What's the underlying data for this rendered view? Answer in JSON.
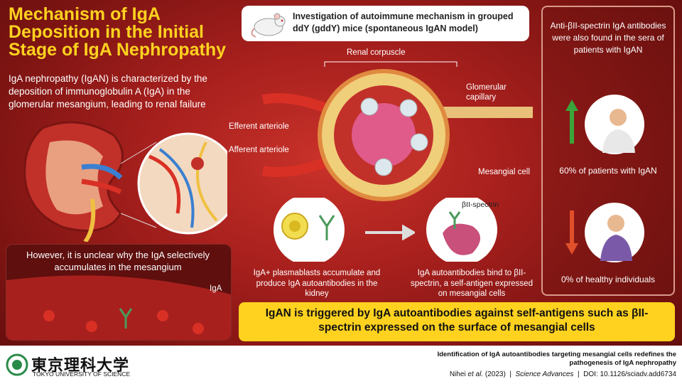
{
  "title": "Mechanism of IgA Deposition in the Initial Stage of IgA Nephropathy",
  "intro": "IgA nephropathy (IgAN) is characterized by the deposition of immunoglobulin A (IgA) in the glomerular mesangium, leading to renal failure",
  "investigation": "Investigation of autoimmune mechanism in grouped ddY (gddY) mice (spontaneous IgAN model)",
  "labels": {
    "renal_corpuscle": "Renal corpuscle",
    "glomerular_capillary": "Glomerular capillary",
    "efferent_arteriole": "Efferent arteriole",
    "afferent_arteriole": "Afferent arteriole",
    "mesangial_cell": "Mesangial cell",
    "spectrin": "βII-spectrin",
    "iga": "IgA"
  },
  "unclear": "However, it is unclear why the IgA selectively accumulates in the mesangium",
  "step1": "IgA+ plasmablasts accumulate and produce IgA autoantibodies in the kidney",
  "step2": "IgA autoantibodies bind to βII-spectrin, a self-antigen expressed on mesangial cells",
  "right_panel": {
    "heading": "Anti-βII-spectrin IgA antibodies were also found in the sera of patients with IgAN",
    "patients": "60% of patients with IgAN",
    "healthy": "0% of healthy individuals"
  },
  "conclusion": "IgAN is triggered by IgA autoantibodies against self-antigens such as βII-spectrin expressed on the surface of mesangial cells",
  "footer": {
    "logo": "東京理科大学",
    "logo_sub": "TOKYO UNIVERSITY OF SCIENCE",
    "ref_title": "Identification of IgA autoantibodies targeting mesangial cells redefines the pathogenesis of IgA nephropathy",
    "ref_authors": "Nihei",
    "ref_etal": "et al.",
    "ref_year": "(2023)",
    "ref_sep1": "|",
    "ref_journal": "Science Advances",
    "ref_sep2": "|",
    "ref_doi": "DOI: 10.1126/sciadv.add6734"
  },
  "colors": {
    "accent": "#ffd21f",
    "background": "#a8201d",
    "up_arrow": "#3aa53a",
    "down_arrow": "#e0502a"
  },
  "icons": {
    "mouse": "mouse-icon",
    "kidney": "kidney-icon",
    "up": "arrow-up-icon",
    "down": "arrow-down-icon",
    "next": "arrow-right-icon"
  }
}
